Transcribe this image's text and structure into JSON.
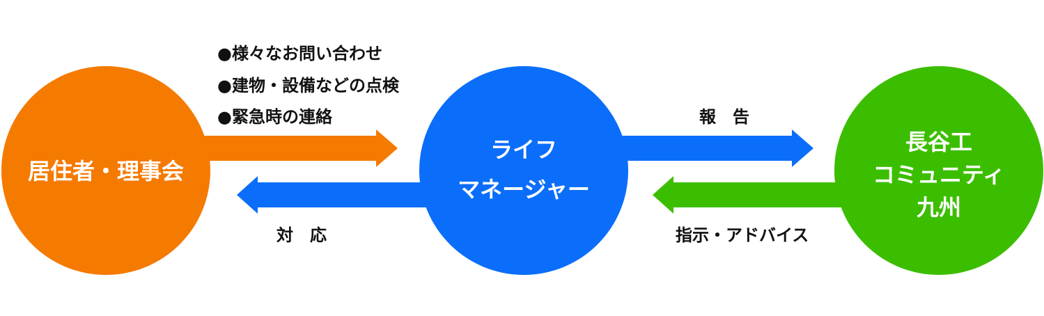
{
  "nodes": {
    "residents": {
      "label": "居住者・理事会",
      "color": "#F57A00"
    },
    "life_manager": {
      "label_line1": "ライフ",
      "label_line2": "マネージャー",
      "color": "#0A6EFA"
    },
    "hasegawa": {
      "label_line1": "長谷工",
      "label_line2": "コミュニティ",
      "label_line3": "九州",
      "color": "#3CBE00"
    }
  },
  "edges": {
    "inquiries": {
      "color": "#F57A00",
      "items": [
        "●様々なお問い合わせ",
        "●建物・設備などの点検",
        "●緊急時の連絡"
      ]
    },
    "response": {
      "label": "対　応",
      "color": "#0A6EFA"
    },
    "report": {
      "label": "報　告",
      "color": "#0A6EFA"
    },
    "instruction": {
      "label": "指示・アドバイス",
      "color": "#3CBE00"
    }
  }
}
